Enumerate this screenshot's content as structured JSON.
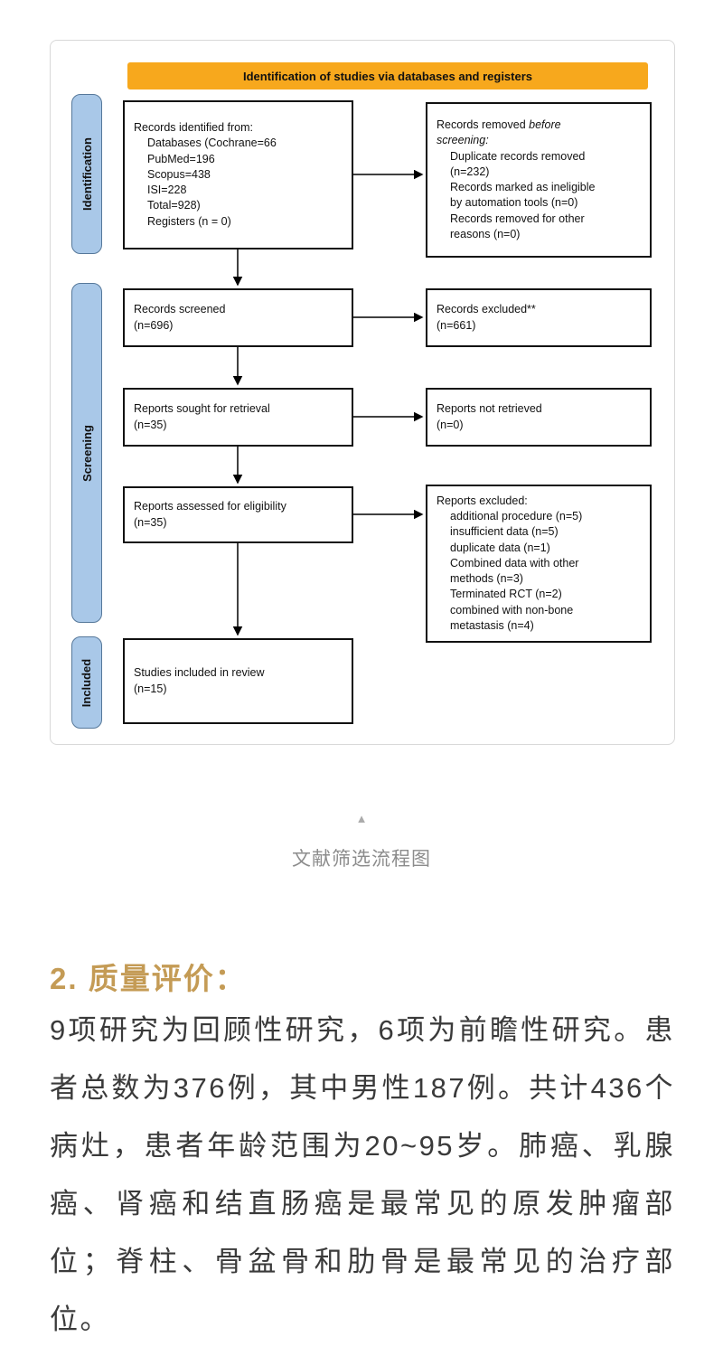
{
  "flowchart": {
    "banner": "Identification of studies via databases and registers",
    "stages": {
      "identification": "Identification",
      "screening": "Screening",
      "included": "Included"
    },
    "boxes": {
      "records_identified": {
        "title": "Records identified from:",
        "lines": "Databases (Cochrane=66\nPubMed=196\nScopus=438\nISI=228\nTotal=928)\nRegisters (n = 0)"
      },
      "records_removed": {
        "intro": "Records removed ",
        "intro_italic": "before\nscreening:",
        "lines": "Duplicate records removed\n(n=232)\nRecords marked as ineligible\nby automation tools (n=0)\nRecords removed for other\nreasons (n=0)"
      },
      "records_screened": "Records screened\n(n=696)",
      "records_excluded": "Records excluded**\n(n=661)",
      "reports_sought": "Reports sought for retrieval\n(n=35)",
      "reports_not_retrieved": "Reports not retrieved\n(n=0)",
      "reports_assessed": "Reports assessed for eligibility\n(n=35)",
      "reports_excluded": {
        "title": "Reports excluded:",
        "lines": "additional procedure (n=5)\ninsufficient data (n=5)\nduplicate data (n=1)\nCombined data with other\nmethods (n=3)\nTerminated RCT (n=2)\ncombined with non-bone\nmetastasis (n=4)"
      },
      "studies_included": "Studies included in review\n(n=15)"
    }
  },
  "caption": {
    "triangle": "▲",
    "text": "文献筛选流程图"
  },
  "section": {
    "heading": "2. 质量评价：",
    "body": "9项研究为回顾性研究，6项为前瞻性研究。患者总数为376例，其中男性187例。共计436个病灶，患者年龄范围为20~95岁。肺癌、乳腺癌、肾癌和结直肠癌是最常见的原发肿瘤部位；脊柱、骨盆骨和肋骨是最常见的治疗部位。"
  },
  "colors": {
    "banner_bg": "#F7A81D",
    "stage_bg": "#A9C8E8",
    "stage_border": "#56789A",
    "box_border": "#111111",
    "heading": "#C49B55",
    "body_text": "#3A3A3A",
    "caption_text": "#8C8C8C"
  }
}
